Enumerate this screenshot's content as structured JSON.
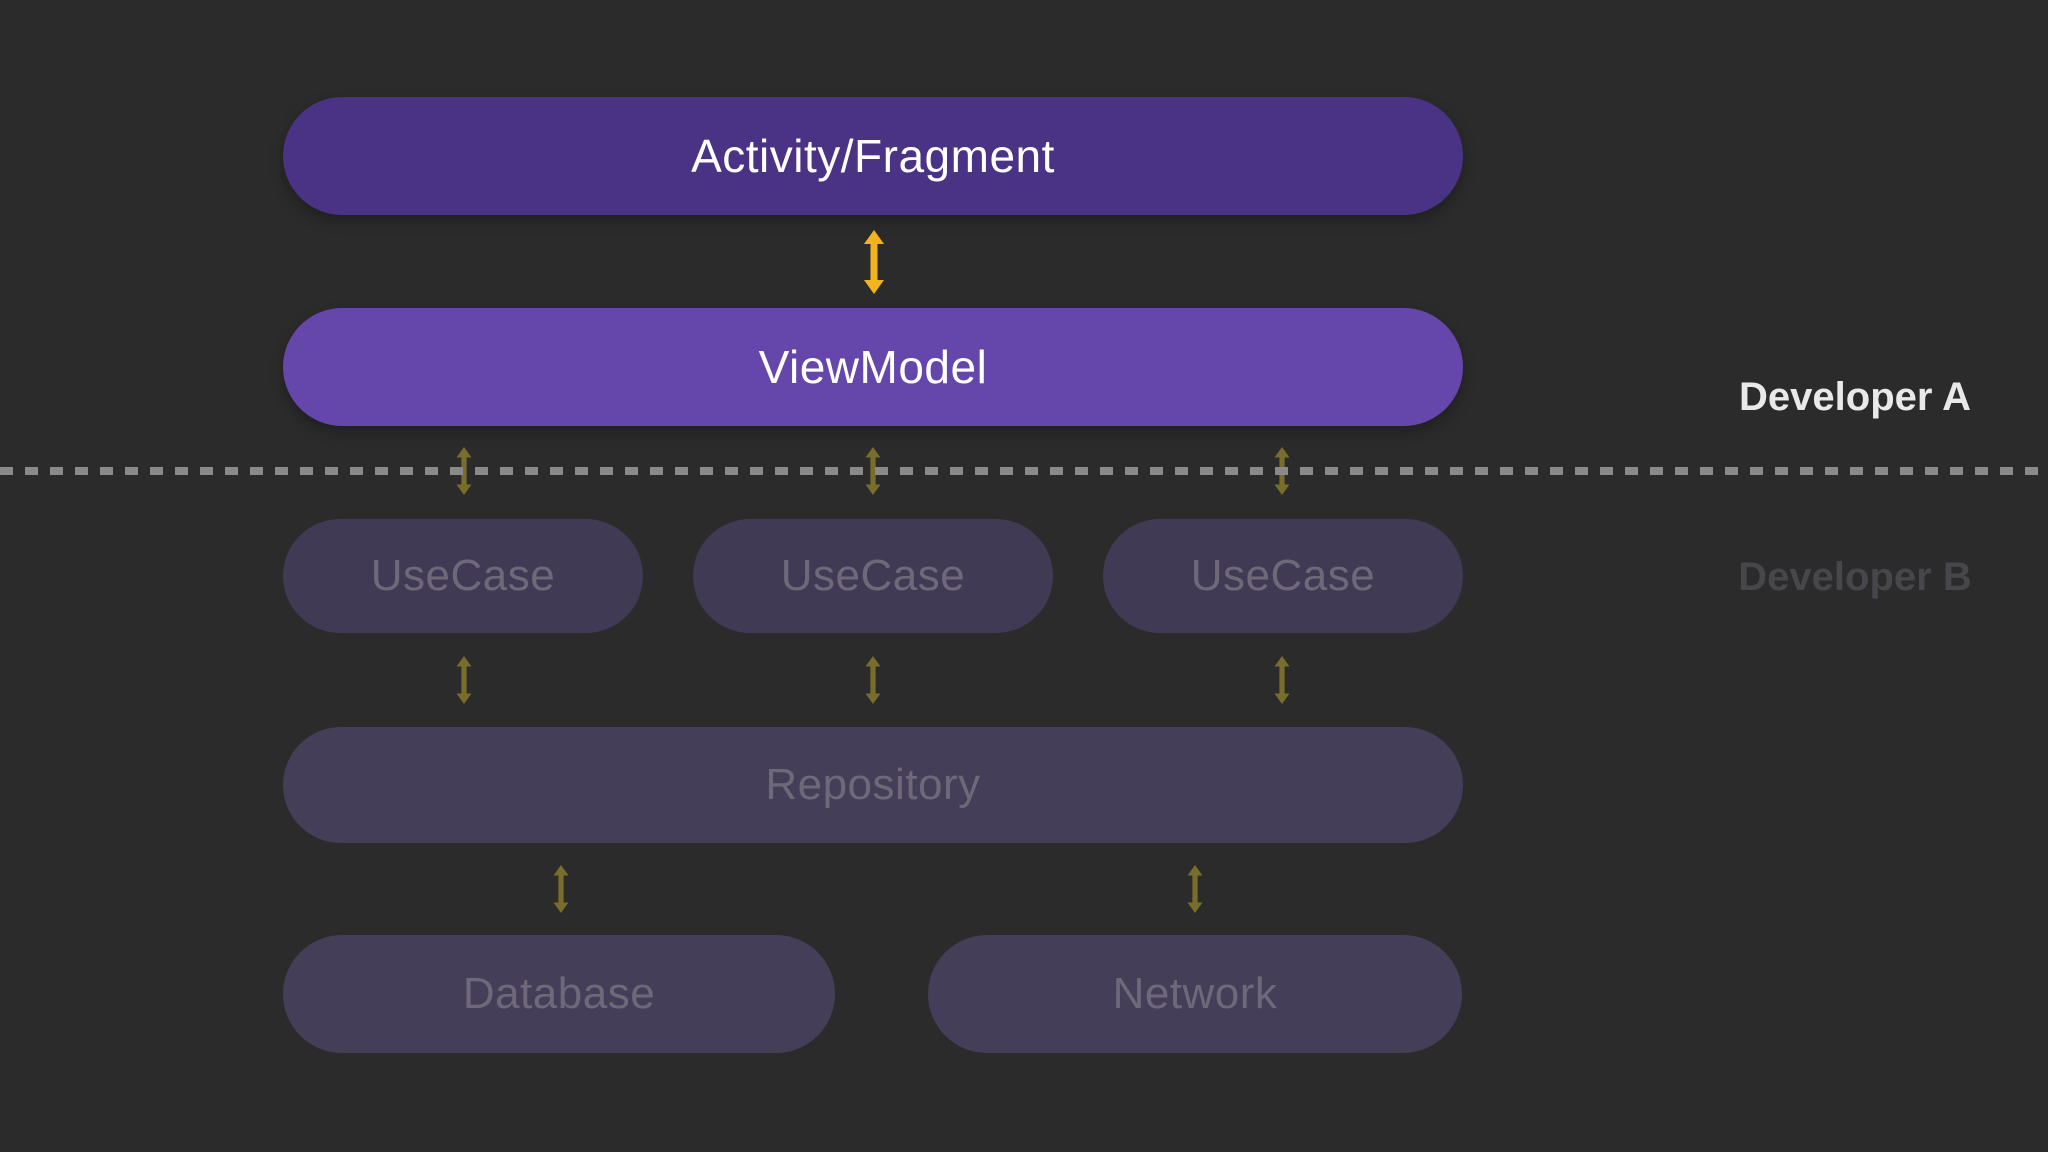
{
  "colors": {
    "background": "#2b2b2b",
    "activity_fragment_fill": "#4a3384",
    "viewmodel_fill": "#6546ab",
    "usecase_fill": "#413a55",
    "repository_fill": "#443e58",
    "datasource_fill": "#453e59",
    "bright_box_label": "#ffffff",
    "dim_box_label": "#6e6879",
    "arrow_bright": "#f2b41d",
    "arrow_dim": "#786d2b",
    "divider_dash": "#8a8a8a",
    "annotation_bright": "#e9e9e9",
    "annotation_dim": "#47464b"
  },
  "diagram": {
    "layers": {
      "activity_fragment": "Activity/Fragment",
      "viewmodel": "ViewModel",
      "usecases": [
        "UseCase",
        "UseCase",
        "UseCase"
      ],
      "repository": "Repository",
      "database": "Database",
      "network": "Network"
    },
    "annotations": {
      "developer_a": "Developer A",
      "developer_b": "Developer B"
    }
  }
}
